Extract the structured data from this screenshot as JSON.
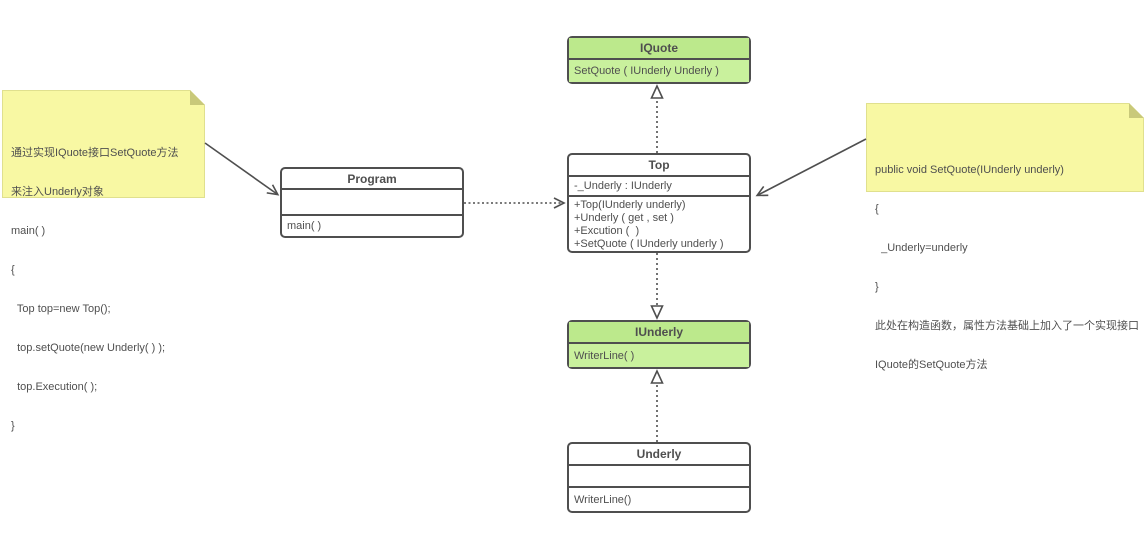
{
  "classes": {
    "iquote": {
      "name": "IQuote",
      "methods": [
        "SetQuote ( IUnderly Underly )"
      ]
    },
    "top": {
      "name": "Top",
      "fields": [
        "-_Underly : IUnderly"
      ],
      "methods": [
        "+Top(IUnderly underly)",
        "+Underly ( get , set )",
        "+Excution (  )",
        "+SetQuote ( IUnderly underly )"
      ]
    },
    "iunderly": {
      "name": "IUnderly",
      "methods": [
        "WriterLine( )"
      ]
    },
    "underly": {
      "name": "Underly",
      "methods": [
        "WriterLine()"
      ]
    },
    "program": {
      "name": "Program",
      "methods": [
        "main( )"
      ]
    }
  },
  "notes": {
    "left": {
      "lines": [
        "通过实现IQuote接口SetQuote方法",
        "来注入Underly对象",
        "main( )",
        "{",
        "  Top top=new Top();",
        "  top.setQuote(new Underly( ) );",
        "  top.Execution( );",
        "}"
      ]
    },
    "right": {
      "lines": [
        "public void SetQuote(IUnderly underly)",
        "{",
        "  _Underly=underly",
        "}",
        "此处在构造函数，属性方法基础上加入了一个实现接口",
        "IQuote的SetQuote方法"
      ]
    }
  },
  "relationships": [
    {
      "from": "Top",
      "to": "IQuote",
      "type": "realization",
      "line": "dashed",
      "head": "hollow-triangle"
    },
    {
      "from": "Top",
      "to": "IUnderly",
      "type": "dependency-on-interface",
      "line": "dashed",
      "head": "hollow-triangle"
    },
    {
      "from": "Underly",
      "to": "IUnderly",
      "type": "realization",
      "line": "dashed",
      "head": "hollow-triangle"
    },
    {
      "from": "Program",
      "to": "Top",
      "type": "dependency",
      "line": "dashed",
      "head": "open-arrow"
    },
    {
      "from": "note-left",
      "to": "Program",
      "type": "note-anchor",
      "line": "solid",
      "head": "open-arrow"
    },
    {
      "from": "note-right",
      "to": "Top",
      "type": "note-anchor",
      "line": "solid",
      "head": "open-arrow"
    }
  ],
  "colors": {
    "interface_header": "#bce98c",
    "interface_body": "#c9f19d",
    "class_bg": "#ffffff",
    "border": "#4f4f4f",
    "text": "#4f4f4f",
    "note_bg": "#f8f8a3",
    "note_fold": "#c9c97a"
  }
}
